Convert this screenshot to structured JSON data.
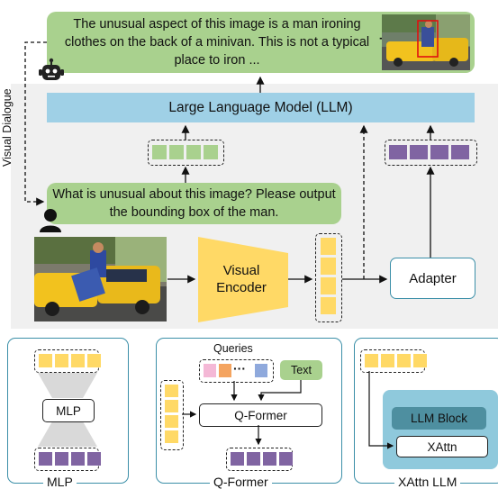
{
  "colors": {
    "green_bubble": "#a9d18e",
    "llm_blue": "#9fd0e6",
    "encoder_yellow": "#ffd966",
    "token_green": "#a9d18e",
    "token_purple": "#8064a2",
    "token_yellow": "#ffd966",
    "panel_gray": "#f0f0f0",
    "panel_border": "#3b8fa8",
    "xattn_bg": "#8fc9dc",
    "llm_block": "#4e8fa0"
  },
  "icons": [
    "robot-icon",
    "user-icon"
  ],
  "response_text": "The unusual aspect of this image is a man ironing clothes on the back of a minivan. This is not a typical place to iron ...",
  "plus_sign": "+",
  "side_label": "Visual Dialogue",
  "llm_label": "Large Language Model (LLM)",
  "question_text": "What is unusual about this image? Please output the bounding box of the man.",
  "encoder_label": "Visual Encoder",
  "adapter_label": "Adapter",
  "panels": {
    "mlp": {
      "title": "MLP",
      "block_label": "MLP"
    },
    "qformer": {
      "title": "Q-Former",
      "queries_label": "Queries",
      "text_label": "Text",
      "block_label": "Q-Former",
      "ellipsis": "···"
    },
    "xattn": {
      "title": "XAttn LLM",
      "llm_block_label": "LLM Block",
      "xattn_label": "XAttn"
    }
  }
}
